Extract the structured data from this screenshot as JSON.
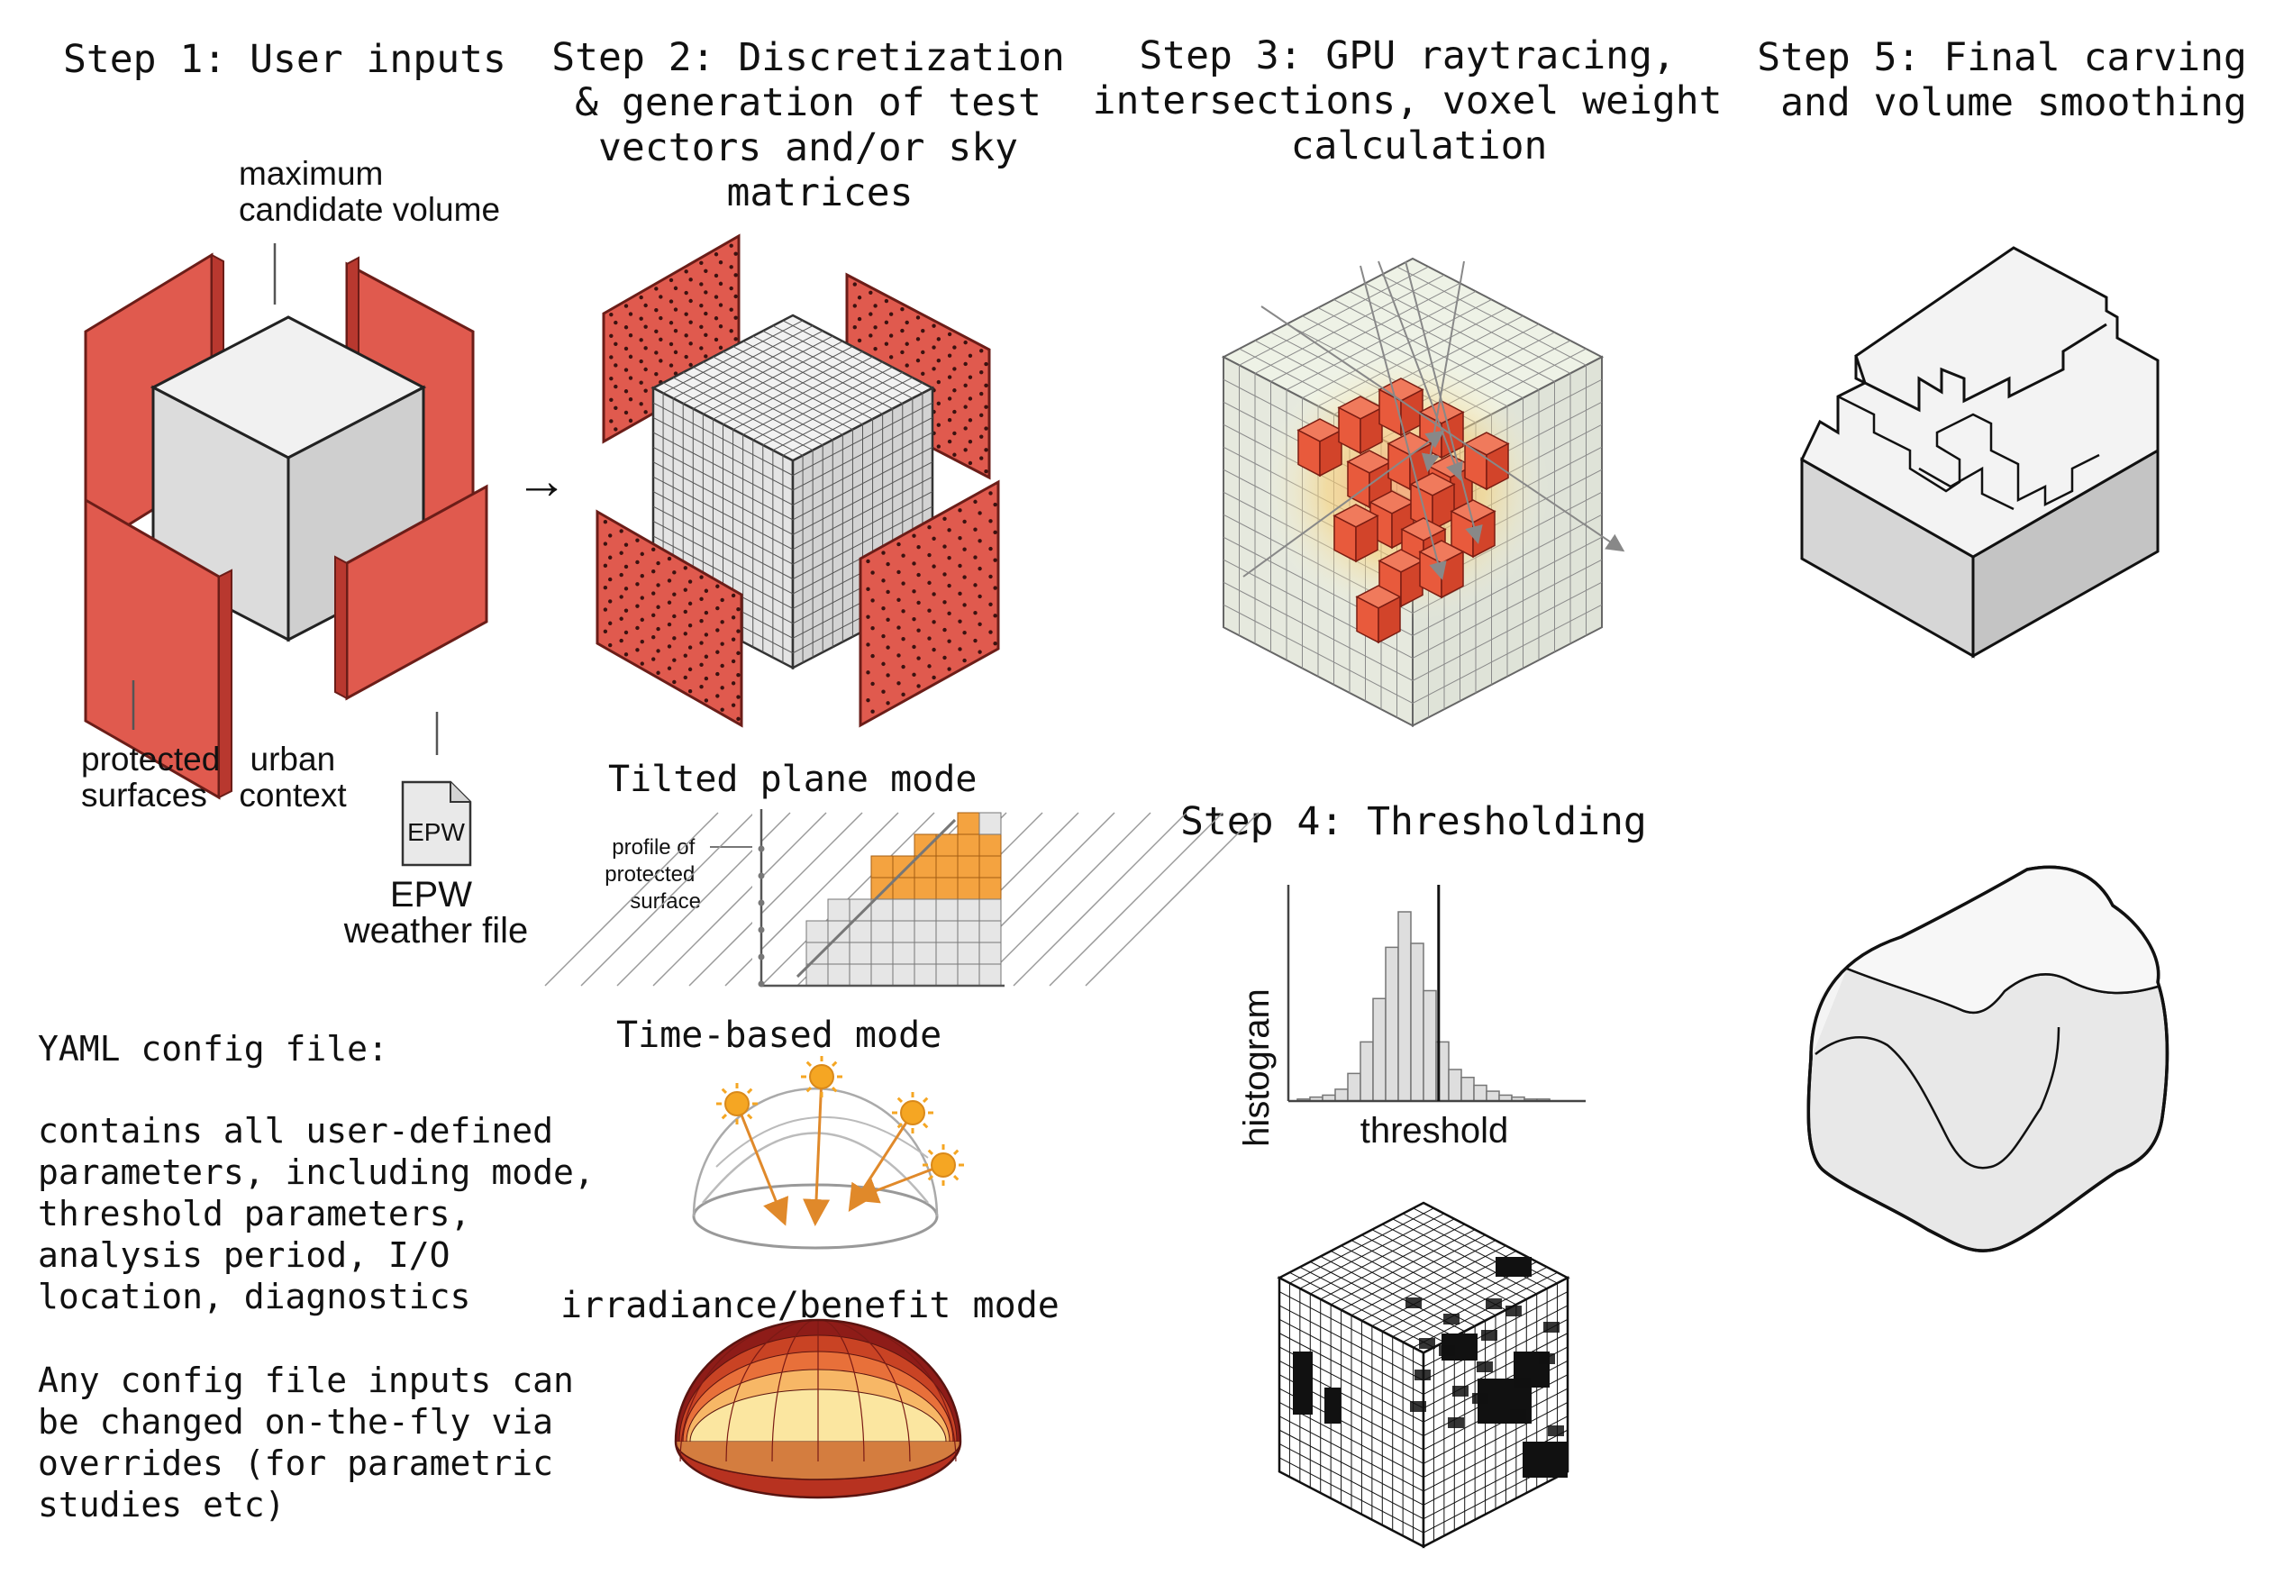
{
  "steps": {
    "step1": {
      "title": "Step 1: User inputs"
    },
    "step2": {
      "title": [
        "Step 2: Discretization",
        "& generation of test",
        "vectors and/or sky",
        "matrices"
      ]
    },
    "step3": {
      "title": [
        "Step 3: GPU raytracing,",
        "intersections, voxel weight",
        "calculation"
      ]
    },
    "step4": {
      "title": "Step 4: Thresholding"
    },
    "step5": {
      "title": [
        "Step 5: Final carving",
        "and volume smoothing"
      ]
    }
  },
  "step1": {
    "max_volume_label": [
      "maximum",
      "candidate volume"
    ],
    "protected_label": [
      "protected",
      "surfaces"
    ],
    "urban_label": [
      "urban",
      "context"
    ],
    "epw_icon_text": "EPW",
    "epw_label": [
      "EPW",
      "weather file"
    ],
    "arrow": "→"
  },
  "modes": {
    "tilted": {
      "title": "Tilted plane mode",
      "profile_label": [
        "profile of",
        "protected",
        "surface"
      ]
    },
    "time": {
      "title": "Time-based mode"
    },
    "irradiance": {
      "title": "irradiance/benefit mode"
    }
  },
  "config": {
    "heading": "YAML config file:",
    "para1": [
      "contains all user-defined",
      "parameters, including mode,",
      "threshold parameters,",
      "analysis period, I/O",
      "location, diagnostics"
    ],
    "para2": [
      "Any config file inputs can",
      "be changed on-the-fly via",
      "overrides (for parametric",
      "studies etc)"
    ]
  },
  "histogram": {
    "ylabel": "histogram",
    "xlabel": "threshold",
    "bins": [
      1,
      2,
      3,
      6,
      14,
      30,
      52,
      78,
      96,
      80,
      56,
      30,
      16,
      12,
      8,
      5,
      3,
      2,
      1,
      1
    ],
    "threshold_bin": 11.2
  },
  "colors": {
    "red_panel": "#e05a4e",
    "red_dark": "#b8382f",
    "cube_gray": "#e1e1e1",
    "orange": "#f4a340",
    "sun": "#f5a623"
  }
}
